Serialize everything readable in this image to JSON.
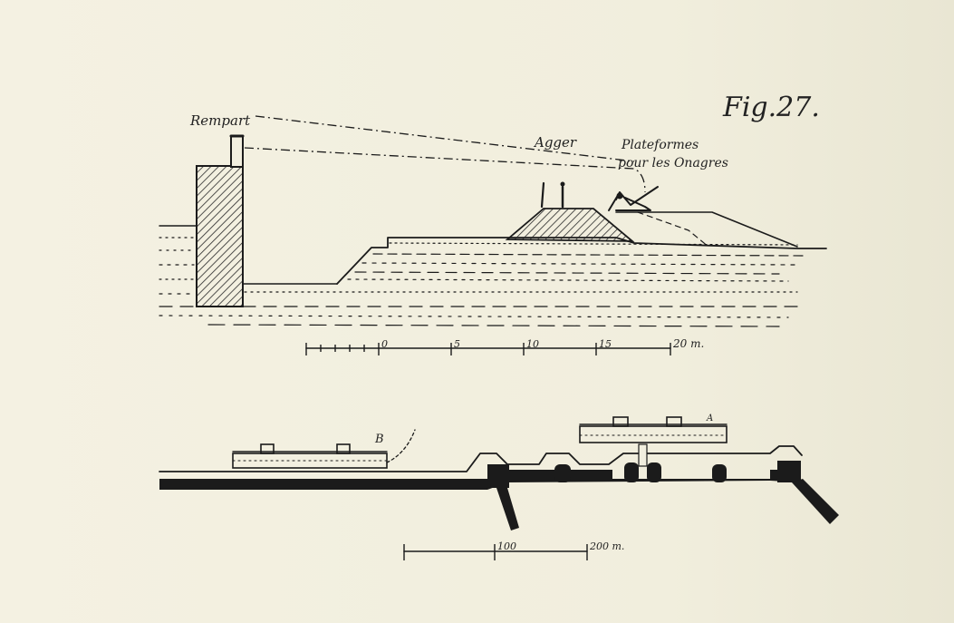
{
  "figure": {
    "fig_label": "Fig.27."
  },
  "section_view": {
    "labels": {
      "rempart": "Rempart",
      "agger": "Agger",
      "plateformes_line1": "Plateformes",
      "plateformes_line2": "pour les Onagres"
    },
    "scale": {
      "ticks": [
        "0",
        "5",
        "10",
        "15",
        "20 m."
      ]
    }
  },
  "plan_view": {
    "labels": {
      "a": "A",
      "b": "B"
    },
    "scale": {
      "ticks": [
        "100",
        "200 m."
      ]
    }
  },
  "colors": {
    "ink": "#1b1b1b",
    "paper": "#f2efdf",
    "hatch": "#2a2a2a"
  }
}
